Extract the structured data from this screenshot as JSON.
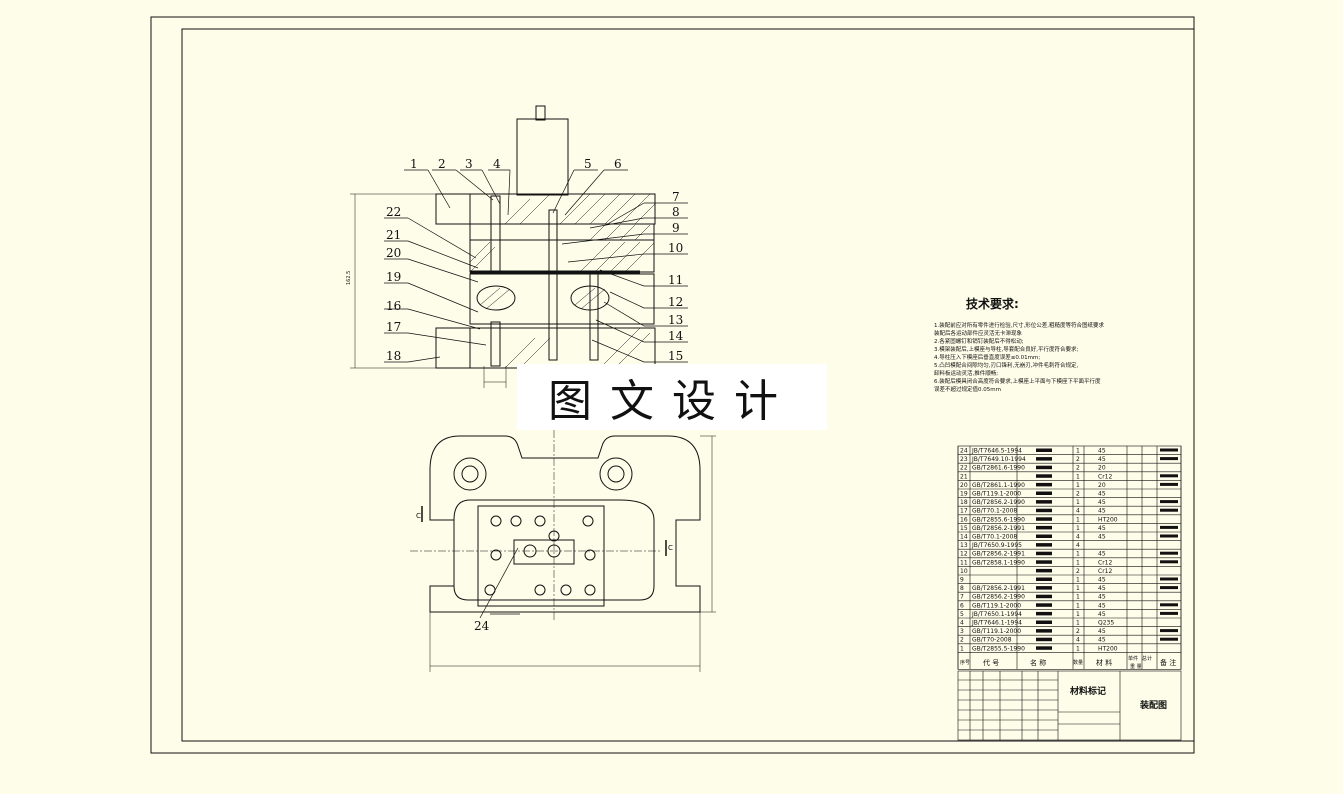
{
  "callouts": [
    "1",
    "2",
    "3",
    "4",
    "5",
    "6",
    "7",
    "8",
    "9",
    "10",
    "11",
    "12",
    "13",
    "14",
    "15",
    "16",
    "17",
    "18",
    "19",
    "20",
    "21",
    "22"
  ],
  "plan_callout": "24",
  "section_marks": {
    "left": "C",
    "right": "C"
  },
  "tech_requirements": {
    "title": "技术要求:",
    "lines": [
      "1.装配前应对所有零件进行检验,尺寸,形位公差,粗糙度等符合图纸要求",
      "   装配后各运动部件应灵活无卡滞现象",
      "2.各紧固螺钉和销钉装配后不得松动;",
      "3.模架装配后,上模座与导柱,导套配合良好,平行度符合要求;",
      "4.导柱压入下模座后垂直度误差≤0.01mm;",
      "5.凸凹模配合间隙均匀,刃口锋利,无崩刃,冲件毛刺符合规定,",
      "   卸料板运动灵活,推件顺畅;",
      "6.装配后模具闭合高度符合要求,上模座上平面与下模座下平面平行度",
      "   误差不超过规定值0.05mm"
    ]
  },
  "bom": {
    "rows": [
      {
        "no": "24",
        "code": "JB/T7646.5-1994",
        "qty": "1",
        "material": "45"
      },
      {
        "no": "23",
        "code": "JB/T7649.10-1994",
        "qty": "2",
        "material": "45"
      },
      {
        "no": "22",
        "code": "GB/T2861.6-1990",
        "qty": "2",
        "material": "20"
      },
      {
        "no": "21",
        "code": "",
        "qty": "1",
        "material": "Cr12"
      },
      {
        "no": "20",
        "code": "GB/T2861.1-1990",
        "qty": "1",
        "material": "20"
      },
      {
        "no": "19",
        "code": "GB/T119.1-2000",
        "qty": "2",
        "material": "45"
      },
      {
        "no": "18",
        "code": "GB/T2856.2-1990",
        "qty": "1",
        "material": "45"
      },
      {
        "no": "17",
        "code": "GB/T70.1-2008",
        "qty": "4",
        "material": "45"
      },
      {
        "no": "16",
        "code": "GB/T2855.6-1990",
        "qty": "1",
        "material": "HT200"
      },
      {
        "no": "15",
        "code": "GB/T2856.2-1991",
        "qty": "1",
        "material": "45"
      },
      {
        "no": "14",
        "code": "GB/T70.1-2008",
        "qty": "4",
        "material": "45"
      },
      {
        "no": "13",
        "code": "JB/T7650.9-1995",
        "qty": "4",
        "material": ""
      },
      {
        "no": "12",
        "code": "GB/T2856.2-1991",
        "qty": "1",
        "material": "45"
      },
      {
        "no": "11",
        "code": "GB/T2858.1-1990",
        "qty": "1",
        "material": "Cr12"
      },
      {
        "no": "10",
        "code": "",
        "qty": "2",
        "material": "Cr12"
      },
      {
        "no": "9",
        "code": "",
        "qty": "1",
        "material": "45"
      },
      {
        "no": "8",
        "code": "GB/T2856.2-1991",
        "qty": "1",
        "material": "45"
      },
      {
        "no": "7",
        "code": "GB/T2856.2-1990",
        "qty": "1",
        "material": "45"
      },
      {
        "no": "6",
        "code": "GB/T119.1-2000",
        "qty": "1",
        "material": "45"
      },
      {
        "no": "5",
        "code": "JB/T7650.1-1994",
        "qty": "1",
        "material": "45"
      },
      {
        "no": "4",
        "code": "JB/T7646.1-1994",
        "qty": "1",
        "material": "Q235"
      },
      {
        "no": "3",
        "code": "GB/T119.1-2000",
        "qty": "2",
        "material": "45"
      },
      {
        "no": "2",
        "code": "GB/T70-2008",
        "qty": "4",
        "material": "45"
      },
      {
        "no": "1",
        "code": "GB/T2855.5-1990",
        "qty": "1",
        "material": "HT200"
      }
    ],
    "header": {
      "seq": "序号",
      "code": "代 号",
      "name": "名 称",
      "qty": "数量",
      "material": "材 料",
      "unit": "单件",
      "total": "总计",
      "weight": "重 量",
      "note": "备 注"
    }
  },
  "title_block": {
    "material_mark": "材料标记",
    "drawing_name": "装配图"
  },
  "watermark": "图文设计"
}
